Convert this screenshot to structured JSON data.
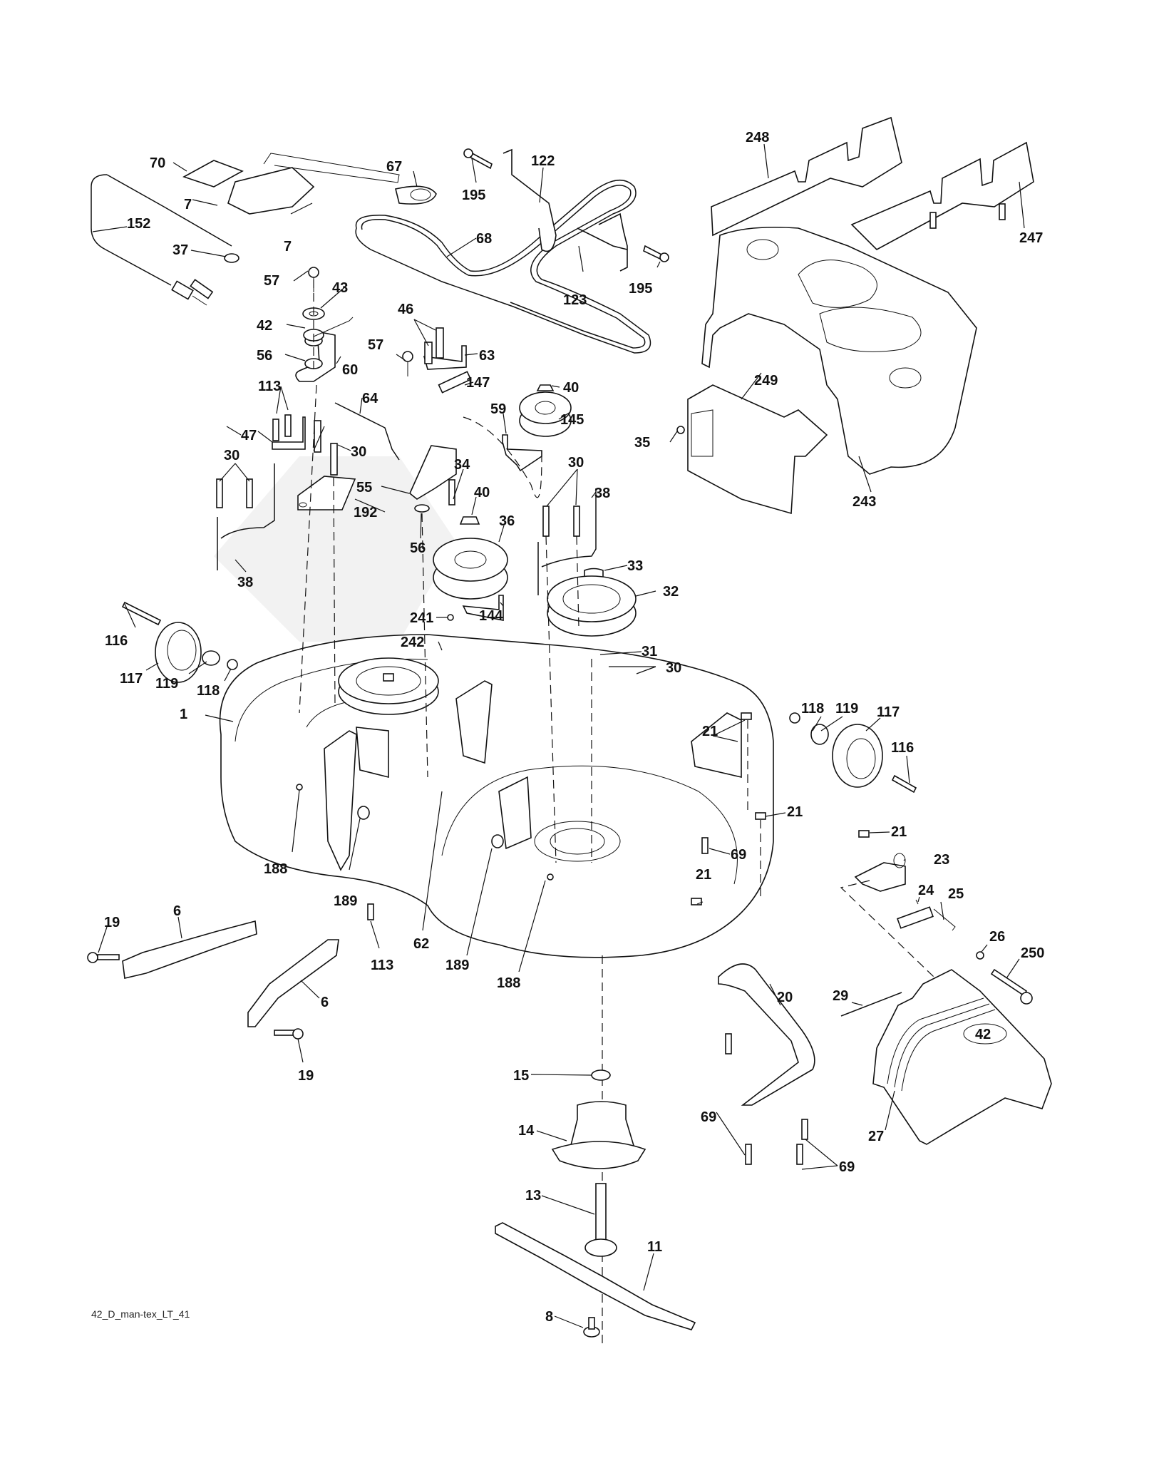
{
  "diagram": {
    "title": "42\" mower deck exploded parts diagram",
    "footer_code": "42_D_man-tex_LT_41",
    "deck_badge": "42",
    "callouts": [
      {
        "id": "c70",
        "label": "70"
      },
      {
        "id": "c7a",
        "label": "7"
      },
      {
        "id": "c7b",
        "label": "7"
      },
      {
        "id": "c152",
        "label": "152"
      },
      {
        "id": "c37",
        "label": "37"
      },
      {
        "id": "c67",
        "label": "67"
      },
      {
        "id": "c195a",
        "label": "195"
      },
      {
        "id": "c122",
        "label": "122"
      },
      {
        "id": "c68",
        "label": "68"
      },
      {
        "id": "c123",
        "label": "123"
      },
      {
        "id": "c195b",
        "label": "195"
      },
      {
        "id": "c248",
        "label": "248"
      },
      {
        "id": "c247",
        "label": "247"
      },
      {
        "id": "c57a",
        "label": "57"
      },
      {
        "id": "c43",
        "label": "43"
      },
      {
        "id": "c42",
        "label": "42"
      },
      {
        "id": "c56a",
        "label": "56"
      },
      {
        "id": "c60",
        "label": "60"
      },
      {
        "id": "c46",
        "label": "46"
      },
      {
        "id": "c57b",
        "label": "57"
      },
      {
        "id": "c63",
        "label": "63"
      },
      {
        "id": "c147",
        "label": "147"
      },
      {
        "id": "c40a",
        "label": "40"
      },
      {
        "id": "c145",
        "label": "145"
      },
      {
        "id": "c113a",
        "label": "113"
      },
      {
        "id": "c64",
        "label": "64"
      },
      {
        "id": "c59",
        "label": "59"
      },
      {
        "id": "c47",
        "label": "47"
      },
      {
        "id": "c30a",
        "label": "30"
      },
      {
        "id": "c30b",
        "label": "30"
      },
      {
        "id": "c34",
        "label": "34"
      },
      {
        "id": "c55",
        "label": "55"
      },
      {
        "id": "c192",
        "label": "192"
      },
      {
        "id": "c56b",
        "label": "56"
      },
      {
        "id": "c40b",
        "label": "40"
      },
      {
        "id": "c36",
        "label": "36"
      },
      {
        "id": "c30c",
        "label": "30"
      },
      {
        "id": "c38a",
        "label": "38"
      },
      {
        "id": "c38b",
        "label": "38"
      },
      {
        "id": "c249",
        "label": "249"
      },
      {
        "id": "c35",
        "label": "35"
      },
      {
        "id": "c243",
        "label": "243"
      },
      {
        "id": "c33",
        "label": "33"
      },
      {
        "id": "c32",
        "label": "32"
      },
      {
        "id": "c144",
        "label": "144"
      },
      {
        "id": "c241",
        "label": "241"
      },
      {
        "id": "c242",
        "label": "242"
      },
      {
        "id": "c31",
        "label": "31"
      },
      {
        "id": "c30d",
        "label": "30"
      },
      {
        "id": "c116a",
        "label": "116"
      },
      {
        "id": "c117a",
        "label": "117"
      },
      {
        "id": "c119a",
        "label": "119"
      },
      {
        "id": "c118a",
        "label": "118"
      },
      {
        "id": "c1",
        "label": "1"
      },
      {
        "id": "c21a",
        "label": "21"
      },
      {
        "id": "c118b",
        "label": "118"
      },
      {
        "id": "c119b",
        "label": "119"
      },
      {
        "id": "c117b",
        "label": "117"
      },
      {
        "id": "c116b",
        "label": "116"
      },
      {
        "id": "c21b",
        "label": "21"
      },
      {
        "id": "c69a",
        "label": "69"
      },
      {
        "id": "c21c",
        "label": "21"
      },
      {
        "id": "c23",
        "label": "23"
      },
      {
        "id": "c21d",
        "label": "21"
      },
      {
        "id": "c24",
        "label": "24"
      },
      {
        "id": "c25",
        "label": "25"
      },
      {
        "id": "c188a",
        "label": "188"
      },
      {
        "id": "c189a",
        "label": "189"
      },
      {
        "id": "c113b",
        "label": "113"
      },
      {
        "id": "c62",
        "label": "62"
      },
      {
        "id": "c189b",
        "label": "189"
      },
      {
        "id": "c188b",
        "label": "188"
      },
      {
        "id": "c26",
        "label": "26"
      },
      {
        "id": "c250",
        "label": "250"
      },
      {
        "id": "c19a",
        "label": "19"
      },
      {
        "id": "c6a",
        "label": "6"
      },
      {
        "id": "c6b",
        "label": "6"
      },
      {
        "id": "c19b",
        "label": "19"
      },
      {
        "id": "c20",
        "label": "20"
      },
      {
        "id": "c29",
        "label": "29"
      },
      {
        "id": "c15",
        "label": "15"
      },
      {
        "id": "c14",
        "label": "14"
      },
      {
        "id": "c69b",
        "label": "69"
      },
      {
        "id": "c69c",
        "label": "69"
      },
      {
        "id": "c27",
        "label": "27"
      },
      {
        "id": "c13",
        "label": "13"
      },
      {
        "id": "c11",
        "label": "11"
      },
      {
        "id": "c8",
        "label": "8"
      }
    ]
  }
}
